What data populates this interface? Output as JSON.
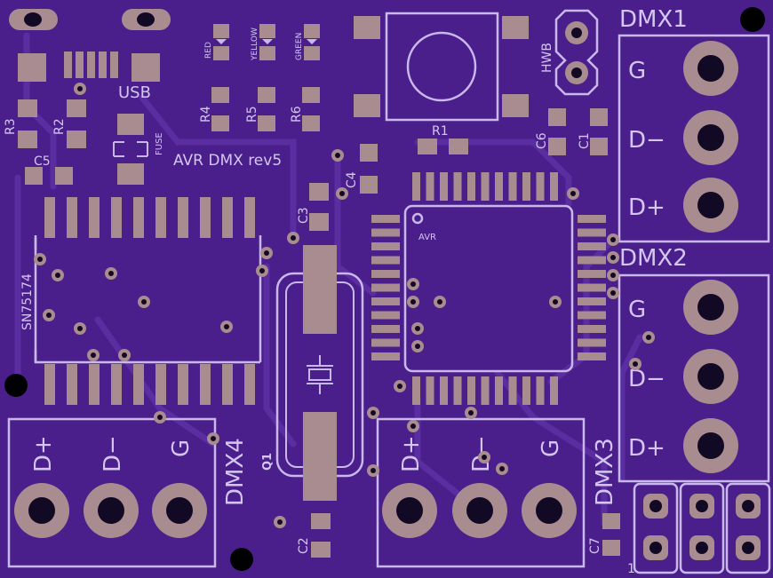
{
  "board": {
    "title": "AVR DMX rev5",
    "background": "#4a1f8c",
    "silk_color": "#c9b8ec",
    "pad_color": "#a98c8f"
  },
  "labels": {
    "usb": "USB",
    "fuse": "FUSE",
    "led_red": "RED",
    "led_yellow": "YELLOW",
    "led_green": "GREEN",
    "r1": "R1",
    "r2": "R2",
    "r3": "R3",
    "r4": "R4",
    "r5": "R5",
    "r6": "R6",
    "c1": "C1",
    "c2": "C2",
    "c3": "C3",
    "c4": "C4",
    "c5": "C5",
    "c6": "C6",
    "c7": "C7",
    "hwb": "HWB",
    "avr": "AVR",
    "sn75174": "SN75174",
    "q1": "Q1",
    "dmx1": "DMX1",
    "dmx2": "DMX2",
    "dmx3": "DMX3",
    "dmx4": "DMX4",
    "pin1": "1"
  },
  "connectors": {
    "dmx1_pins": [
      "G",
      "D−",
      "D+"
    ],
    "dmx2_pins": [
      "G",
      "D−",
      "D+"
    ],
    "dmx3_pins": [
      "D+",
      "D−",
      "G"
    ],
    "dmx4_pins": [
      "D+",
      "D−",
      "G"
    ]
  }
}
